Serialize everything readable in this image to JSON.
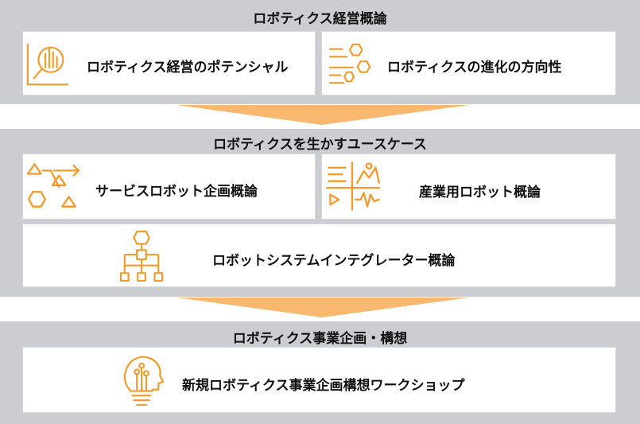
{
  "section1": {
    "title": "ロボティクス経営概論",
    "cards": [
      {
        "label": "ロボティクス経営のポテンシャル",
        "icon": "magnifier-chart-icon"
      },
      {
        "label": "ロボティクスの進化の方向性",
        "icon": "hexagon-flow-icon"
      }
    ]
  },
  "section2": {
    "title": "ロボティクスを生かすユースケース",
    "cards": [
      {
        "label": "サービスロボット企画概論",
        "icon": "shapes-arrow-icon"
      },
      {
        "label": "産業用ロボット概論",
        "icon": "analytics-quadrant-icon"
      },
      {
        "label": "ロボットシステムインテグレーター概論",
        "icon": "hierarchy-icon"
      }
    ]
  },
  "section3": {
    "title": "ロボティクス事業企画・構想",
    "cards": [
      {
        "label": "新規ロボティクス事業企画構想ワークショップ",
        "icon": "lightbulb-head-icon"
      }
    ]
  },
  "colors": {
    "accent": "#f39a2a",
    "arrow": "#f8b870",
    "band": "#cbcdd0"
  }
}
